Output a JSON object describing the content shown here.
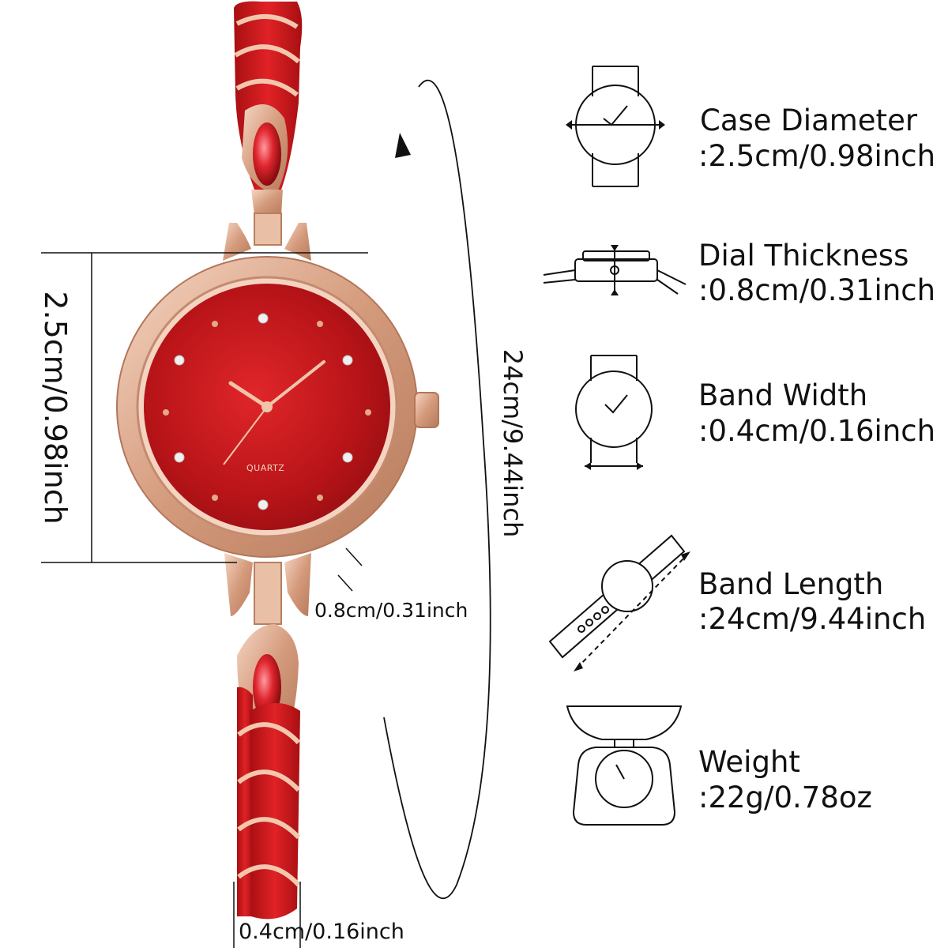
{
  "product": {
    "dial_text": "QUARTZ",
    "colors": {
      "band_red": "#c8181c",
      "rose_gold": "#d8a58a",
      "dial_red": "#b81418",
      "line": "#111111"
    }
  },
  "dimensions": {
    "case_height_label": "2.5cm/0.98inch",
    "band_length_label": "24cm/9.44inch",
    "thickness_label": "0.8cm/0.31inch",
    "band_width_label": "0.4cm/0.16inch"
  },
  "specs": [
    {
      "name": "Case Diameter",
      "value": ":2.5cm/0.98inch",
      "icon": "watch-case-diameter-icon"
    },
    {
      "name": "Dial Thickness",
      "value": ":0.8cm/0.31inch",
      "icon": "watch-side-thickness-icon"
    },
    {
      "name": "Band Width",
      "value": ":0.4cm/0.16inch",
      "icon": "watch-band-width-icon"
    },
    {
      "name": "Band Length",
      "value": ":24cm/9.44inch",
      "icon": "band-length-icon"
    },
    {
      "name": "Weight",
      "value": ":22g/0.78oz",
      "icon": "kitchen-scale-icon"
    }
  ]
}
